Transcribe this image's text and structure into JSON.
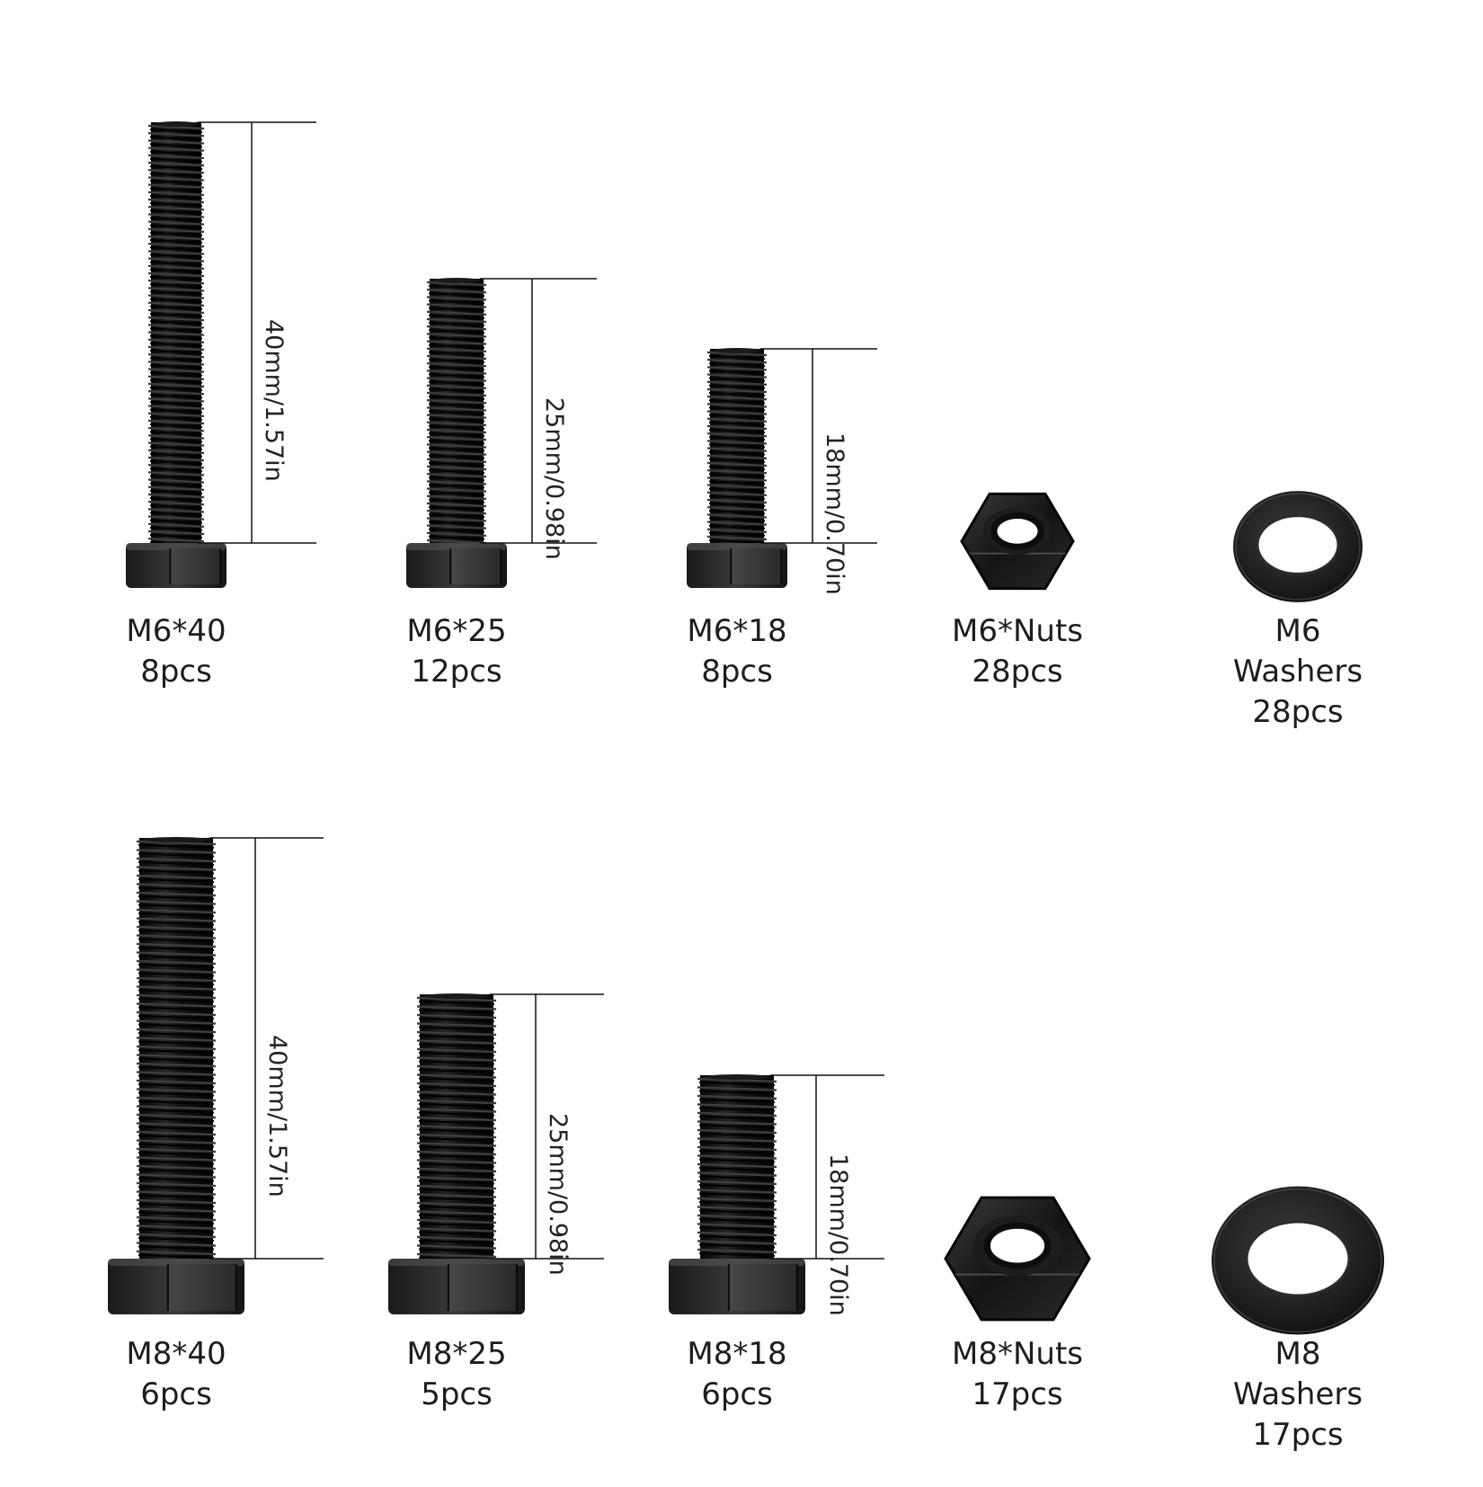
{
  "rows": [
    {
      "items": [
        {
          "kind": "bolt",
          "lines": [
            "M6*40",
            "8pcs"
          ],
          "dimension": "40mm/1.57in"
        },
        {
          "kind": "bolt",
          "lines": [
            "M6*25",
            "12pcs"
          ],
          "dimension": "25mm/0.98in"
        },
        {
          "kind": "bolt",
          "lines": [
            "M6*18",
            "8pcs"
          ],
          "dimension": "18mm/0.70in"
        },
        {
          "kind": "nut",
          "lines": [
            "M6*Nuts",
            "28pcs"
          ],
          "dimension": ""
        },
        {
          "kind": "washer",
          "lines": [
            "M6",
            "Washers",
            "28pcs"
          ],
          "dimension": ""
        }
      ]
    },
    {
      "items": [
        {
          "kind": "bolt",
          "lines": [
            "M8*40",
            "6pcs"
          ],
          "dimension": "40mm/1.57in"
        },
        {
          "kind": "bolt",
          "lines": [
            "M8*25",
            "5pcs"
          ],
          "dimension": "25mm/0.98in"
        },
        {
          "kind": "bolt",
          "lines": [
            "M8*18",
            "6pcs"
          ],
          "dimension": "18mm/0.70in"
        },
        {
          "kind": "nut",
          "lines": [
            "M8*Nuts",
            "17pcs"
          ],
          "dimension": ""
        },
        {
          "kind": "washer",
          "lines": [
            "M8",
            "Washers",
            "17pcs"
          ],
          "dimension": ""
        }
      ]
    }
  ],
  "colors": {
    "metal_dark": "#0c0c0c",
    "metal_mid": "#2a2a2a",
    "metal_highlight": "#6a6a6a",
    "dimension_line": "#111111",
    "text": "#1d1d1d"
  }
}
